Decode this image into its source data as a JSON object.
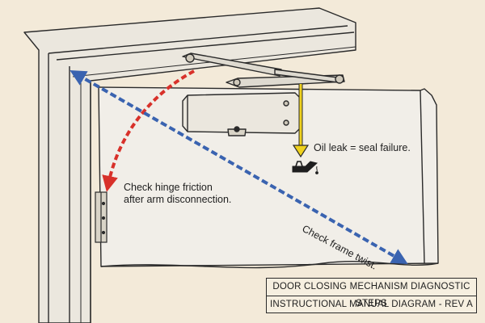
{
  "annotations": {
    "oil_leak": "Oil leak = seal failure.",
    "hinge_line1": "Check hinge friction",
    "hinge_line2": "after arm disconnection.",
    "frame_twist": "Check frame twist."
  },
  "title_block": {
    "line1": "DOOR CLOSING MECHANISM DIAGNOSTIC STEPS",
    "line2": "INSTRUCTIONAL MANUAL DIAGRAM - REV A"
  },
  "colors": {
    "background": "#f3ead9",
    "frame": "#ebe7de",
    "ink": "#2a2a2a",
    "red_arrow": "#d8312a",
    "blue_arrow": "#3a63b0",
    "yellow_arrow": "#f0d21e"
  },
  "icons": [
    "oil-can-icon"
  ]
}
